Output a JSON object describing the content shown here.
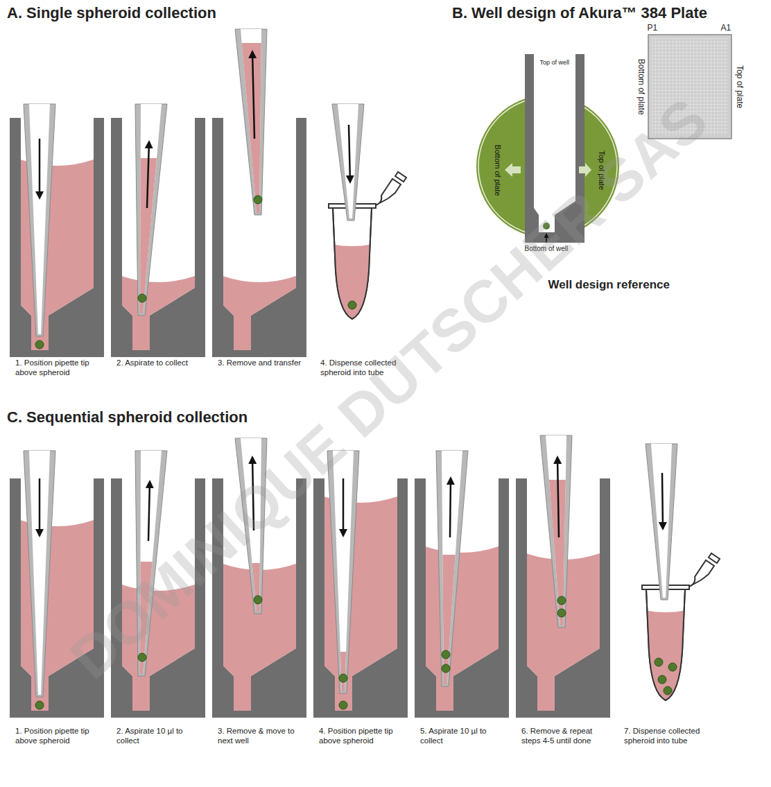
{
  "diagram": {
    "nodes": [
      {
        "text": [
          "Bottom of plate",
          "Top of plate"
        ]
      }
    ],
    "labels": [
      "A. Single spheroid collection",
      "B. Well design of Akura™ 384 Plate",
      "1. Position pipette tip above spheroid",
      "2. Aspirate to collect",
      "3. Remove and transfer",
      "4. Dispense collected spheroid into tube",
      "Top of well",
      "Bottom of well",
      "Well design reference",
      "P1",
      "A1",
      "Bottom of plate",
      "Top of plate",
      "C. Sequential spheroid collection",
      "1. Position pipette tip above spheroid",
      "2. Aspirate 10 µl to collect",
      "3. Remove & move to next well",
      "4. Position pipette tip above spheroid",
      "5. Aspirate 10 µl to collect",
      "6. Remove & repeat steps 4-5 until done",
      "7. Dispense collected spheroid into tube",
      "DOMINIQUE DUTSCHER SAS"
    ]
  }
}
